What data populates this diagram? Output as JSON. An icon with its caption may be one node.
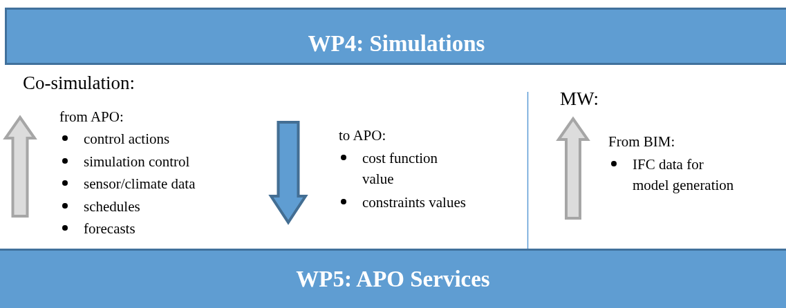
{
  "diagram": {
    "nodes": [
      {
        "text": [
          "WP4: Simulations"
        ]
      },
      {
        "text": [
          "WP5: APO Services"
        ]
      }
    ],
    "edges": [
      {
        "from": 1,
        "to": 0,
        "arrow": "to",
        "style": "thick"
      },
      {
        "from": 0,
        "to": 1,
        "arrow": "to",
        "style": "thick",
        "color": "#5f9dd2"
      },
      {
        "from": 1,
        "to": 0,
        "arrow": "to",
        "style": "thick"
      }
    ],
    "labels": [
      "Co-simulation:",
      "from APO:",
      "control actions",
      "simulation control",
      "sensor/climate data",
      "schedules",
      "forecasts",
      "to APO:",
      "cost function value",
      "constraints values",
      "MW:",
      "From BIM:",
      "IFC data for model generation"
    ]
  }
}
